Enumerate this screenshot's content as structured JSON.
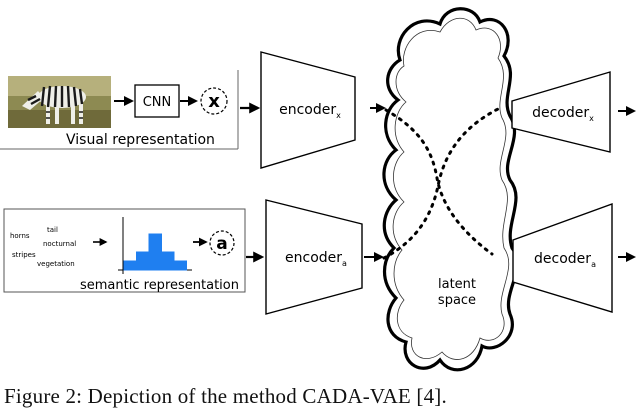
{
  "visual": {
    "cnn_label": "CNN",
    "x_symbol": "x",
    "label": "Visual representation"
  },
  "semantic": {
    "words": [
      "horns",
      "tail",
      "nocturnal",
      "stripes",
      "vegetation"
    ],
    "a_symbol": "a",
    "label": "semantic representation",
    "histogram": [
      1,
      2,
      4,
      2,
      1
    ]
  },
  "encoders": [
    {
      "name": "encoder",
      "sub": "x"
    },
    {
      "name": "encoder",
      "sub": "a"
    }
  ],
  "decoders": [
    {
      "name": "decoder",
      "sub": "x"
    },
    {
      "name": "decoder",
      "sub": "a"
    }
  ],
  "latent": {
    "line1": "latent",
    "line2": "space"
  },
  "caption": "Figure 2: Depiction of the method CADA-VAE [4]."
}
